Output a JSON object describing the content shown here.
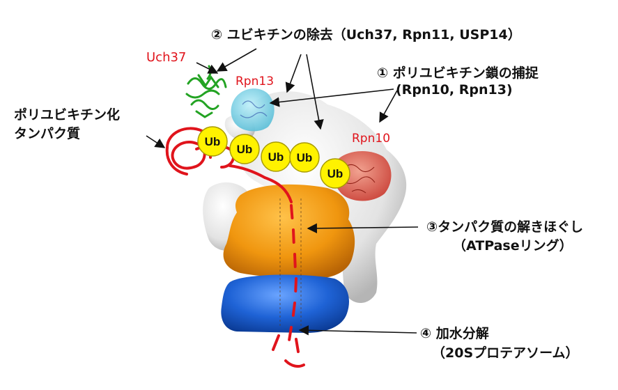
{
  "step2": {
    "label": "② ユビキチンの除去（Uch37, Rpn11, USP14）"
  },
  "step1": {
    "line1": "① ポリユビキチン鎖の捕捉",
    "line2": "(Rpn10, Rpn13)"
  },
  "step3": {
    "line1": "③タンパク質の解きほぐし",
    "line2": "（ATPaseリング）"
  },
  "step4": {
    "line1": "④ 加水分解",
    "line2": "（20Sプロテアソーム）"
  },
  "substrate": {
    "line1": "ポリユビキチン化",
    "line2": "タンパク質"
  },
  "subunits": {
    "uch37": "Uch37",
    "rpn13": "Rpn13",
    "rpn10": "Rpn10"
  },
  "ubiquitin": {
    "labels": [
      "Ub",
      "Ub",
      "Ub",
      "Ub",
      "Ub"
    ]
  },
  "colors": {
    "atpase": "#f0960f",
    "core": "#1f63d6",
    "lid": "#e6e6e6",
    "ubiquitin": "#fff200",
    "substrate": "#e0141c",
    "uch37": "#2db82d",
    "rpn13": "#6fd0e6",
    "rpn10": "#d84a3a"
  }
}
